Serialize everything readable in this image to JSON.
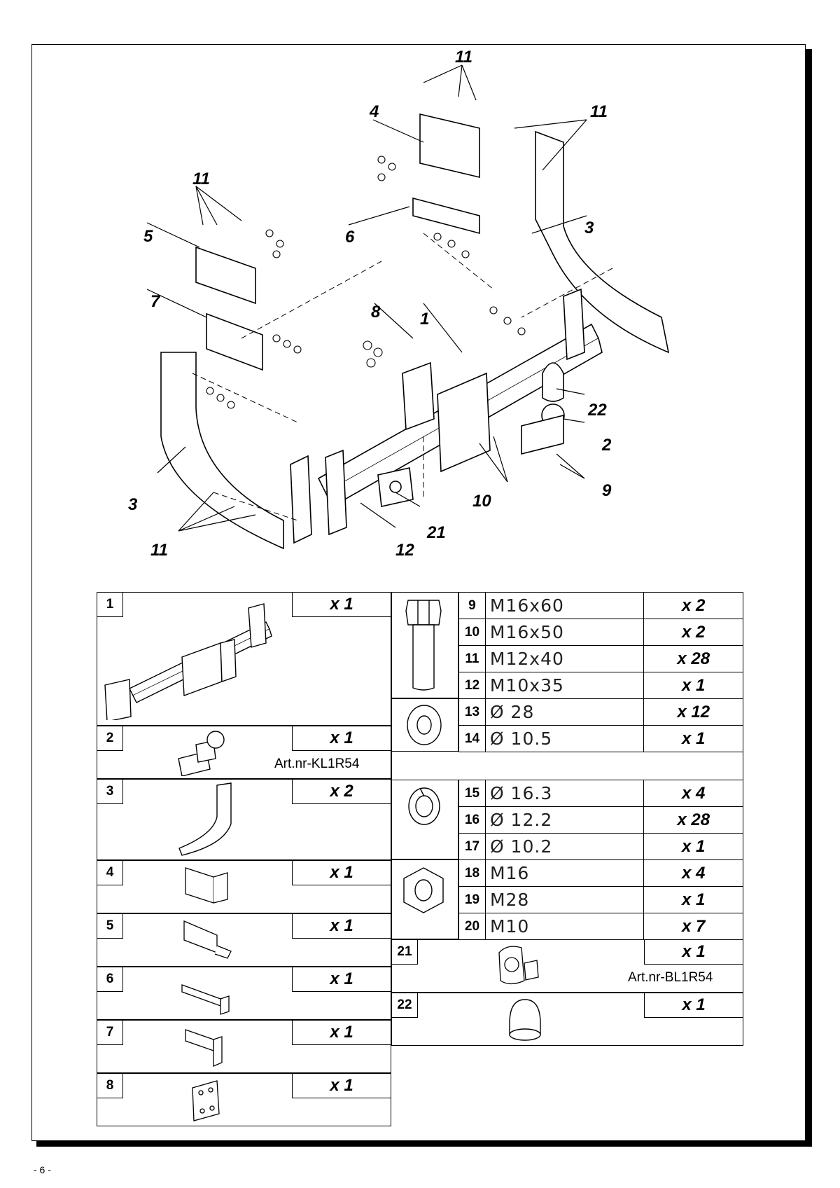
{
  "page_number": "- 6 -",
  "callouts": {
    "c1": "1",
    "c2": "2",
    "c3": "3",
    "c4": "4",
    "c5": "5",
    "c6": "6",
    "c7": "7",
    "c8": "8",
    "c9": "9",
    "c10": "10",
    "c11": "11",
    "c12": "12",
    "c21": "21",
    "c22": "22"
  },
  "parts_left": [
    {
      "num": "1",
      "qty": "x 1",
      "art": ""
    },
    {
      "num": "2",
      "qty": "x 1",
      "art": "Art.nr-KL1R54"
    },
    {
      "num": "3",
      "qty": "x 2",
      "art": ""
    },
    {
      "num": "4",
      "qty": "x 1",
      "art": ""
    },
    {
      "num": "5",
      "qty": "x 1",
      "art": ""
    },
    {
      "num": "6",
      "qty": "x 1",
      "art": ""
    },
    {
      "num": "7",
      "qty": "x 1",
      "art": ""
    },
    {
      "num": "8",
      "qty": "x 1",
      "art": ""
    }
  ],
  "hardware": [
    {
      "num": "9",
      "spec": "M16x60",
      "qty": "x 2"
    },
    {
      "num": "10",
      "spec": "M16x50",
      "qty": "x 2"
    },
    {
      "num": "11",
      "spec": "M12x40",
      "qty": "x 28"
    },
    {
      "num": "12",
      "spec": "M10x35",
      "qty": "x 1"
    },
    {
      "num": "13",
      "spec": "Ø 28",
      "qty": "x 12"
    },
    {
      "num": "14",
      "spec": "Ø 10.5",
      "qty": "x 1"
    },
    {
      "num": "15",
      "spec": "Ø 16.3",
      "qty": "x 4"
    },
    {
      "num": "16",
      "spec": "Ø 12.2",
      "qty": "x 28"
    },
    {
      "num": "17",
      "spec": "Ø 10.2",
      "qty": "x 1"
    },
    {
      "num": "18",
      "spec": "M16",
      "qty": "x 4"
    },
    {
      "num": "19",
      "spec": "M28",
      "qty": "x 1"
    },
    {
      "num": "20",
      "spec": "M10",
      "qty": "x 7"
    }
  ],
  "parts_right": [
    {
      "num": "21",
      "qty": "x 1",
      "art": "Art.nr-BL1R54"
    },
    {
      "num": "22",
      "qty": "x 1",
      "art": ""
    }
  ]
}
